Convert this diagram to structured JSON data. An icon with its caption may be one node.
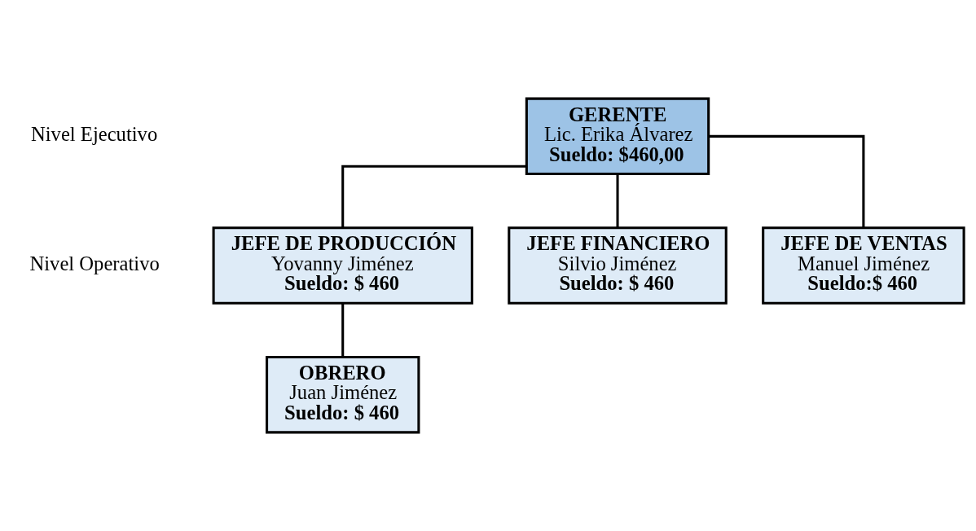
{
  "diagram": {
    "nodes": [
      {
        "text": [
          "GERENTE",
          "Lic. Erika Álvarez",
          "Sueldo: $460,00"
        ]
      },
      {
        "text": [
          "JEFE DE PRODUCCIÓN",
          "Yovanny Jiménez",
          "Sueldo: $ 460"
        ]
      },
      {
        "text": [
          "JEFE FINANCIERO",
          "Silvio Jiménez",
          "Sueldo: $ 460"
        ]
      },
      {
        "text": [
          "JEFE DE VENTAS",
          "Manuel Jiménez",
          "Sueldo:$ 460"
        ]
      },
      {
        "text": [
          "OBRERO",
          "Juan Jiménez",
          "Sueldo: $ 460"
        ]
      }
    ],
    "edges": [
      {
        "from": 0,
        "to": 1,
        "arrow": "none"
      },
      {
        "from": 0,
        "to": 2,
        "arrow": "none"
      },
      {
        "from": 0,
        "to": 3,
        "arrow": "none"
      },
      {
        "from": 1,
        "to": 4,
        "arrow": "none"
      }
    ],
    "labels": [
      "Nivel Ejecutivo",
      "Nivel Operativo"
    ]
  }
}
